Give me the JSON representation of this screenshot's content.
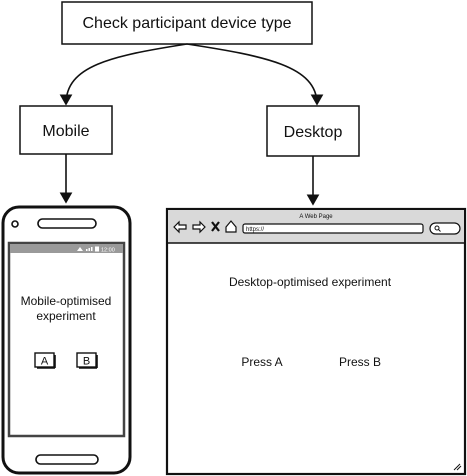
{
  "nodes": {
    "root": {
      "label": "Check participant device type"
    },
    "mobile": {
      "label": "Mobile"
    },
    "desktop": {
      "label": "Desktop"
    }
  },
  "mobile_mockup": {
    "experiment_label_line1": "Mobile-optimised",
    "experiment_label_line2": "experiment",
    "button_a": "A",
    "button_b": "B",
    "status_time": "12:00"
  },
  "desktop_mockup": {
    "window_title": "A Web Page",
    "url": "https://",
    "experiment_label": "Desktop-optimised experiment",
    "press_a": "Press A",
    "press_b": "Press B"
  },
  "icons": [
    "back-arrow-icon",
    "forward-arrow-icon",
    "close-x-icon",
    "home-icon",
    "search-icon",
    "resize-grip-icon",
    "signal-icon",
    "wifi-icon",
    "battery-icon"
  ],
  "colors": {
    "stroke": "#111111",
    "screen_border": "#444444",
    "status_bar": "#9a9a9a",
    "browser_chrome": "#d9d9d9"
  }
}
